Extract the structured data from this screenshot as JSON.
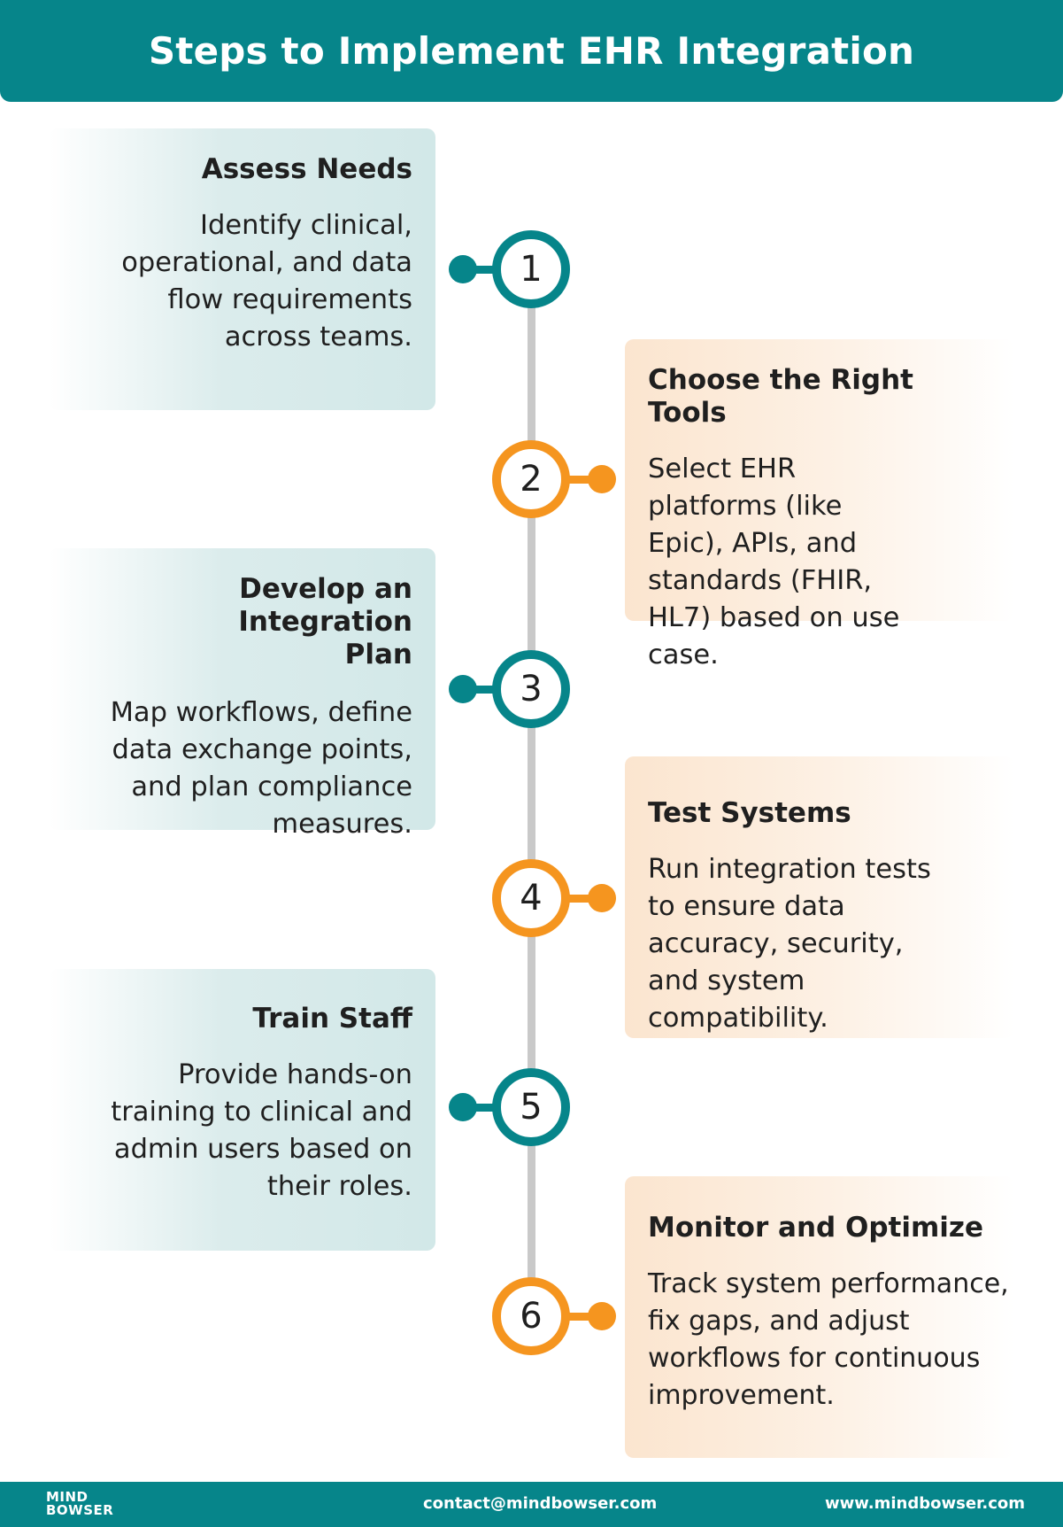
{
  "title": "Steps to Implement EHR Integration",
  "colors": {
    "teal": "#06858a",
    "orange": "#f5951f",
    "spine": "#c9c9c9",
    "text": "#1f1f1f"
  },
  "steps": [
    {
      "number": "1",
      "title": "Assess Needs",
      "description": "Identify clinical, operational, and data flow requirements across teams.",
      "side": "left",
      "color": "teal"
    },
    {
      "number": "2",
      "title": "Choose the Right Tools",
      "description": "Select EHR platforms (like Epic), APIs, and standards (FHIR, HL7) based on use case.",
      "side": "right",
      "color": "orange"
    },
    {
      "number": "3",
      "title": "Develop an Integration Plan",
      "description": "Map workflows, define data exchange points, and plan compliance measures.",
      "side": "left",
      "color": "teal"
    },
    {
      "number": "4",
      "title": "Test Systems",
      "description": "Run integration tests to ensure data accuracy, security, and system compatibility.",
      "side": "right",
      "color": "orange"
    },
    {
      "number": "5",
      "title": "Train Staff",
      "description": "Provide hands-on training to clinical and admin users based on their roles.",
      "side": "left",
      "color": "teal"
    },
    {
      "number": "6",
      "title": "Monitor and Optimize",
      "description": "Track system performance, fix gaps, and adjust workflows for continuous improvement.",
      "side": "right",
      "color": "orange"
    }
  ],
  "footer": {
    "logo_line1": "MIND",
    "logo_line2": "BOWSER",
    "email": "contact@mindbowser.com",
    "website": "www.mindbowser.com"
  }
}
